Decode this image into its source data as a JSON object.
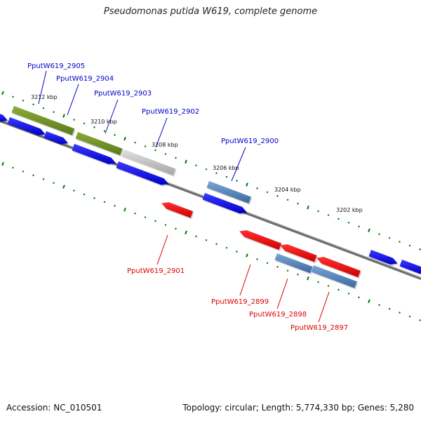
{
  "title": "Pseudomonas putida W619, complete genome",
  "footer": {
    "accession": "Accession: NC_010501",
    "summary": "Topology: circular; Length: 5,774,330 bp; Genes: 5,280"
  },
  "colors": {
    "forward_label": "#0000cc",
    "reverse_label": "#dd0000",
    "blue_gene": "#0000ee",
    "red_gene": "#ee0000",
    "olive_gene": "#6b8e23",
    "steel_gene": "#4a7fb5",
    "grey_gene": "#b0b0b0",
    "ruler_tick": "#007700",
    "backbone": "#777777"
  },
  "ruler_labels": [
    "3212 kbp",
    "3210 kbp",
    "3208 kbp",
    "3206 kbp",
    "3204 kbp",
    "3202 kbp"
  ],
  "gene_labels": {
    "forward": [
      "PputW619_2905",
      "PputW619_2904",
      "PputW619_2903",
      "PputW619_2902",
      "PputW619_2900"
    ],
    "reverse": [
      "PputW619_2901",
      "PputW619_2899",
      "PputW619_2898",
      "PputW619_2897"
    ]
  }
}
